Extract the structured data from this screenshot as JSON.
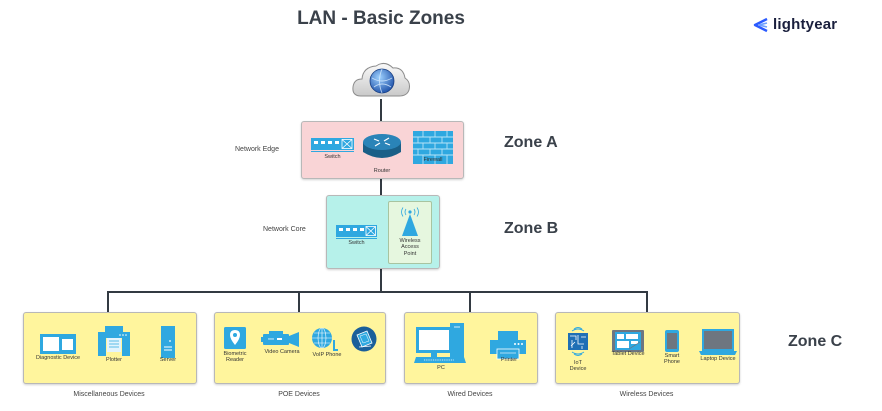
{
  "title": "LAN - Basic Zones",
  "logo": {
    "text": "lightyear",
    "icon": "lightyear-chevron-icon",
    "color": "#2b5bff"
  },
  "zones": {
    "a": {
      "label": "Zone A",
      "side_label": "Network Edge",
      "color": "#f9d4d6",
      "devices": [
        {
          "label": "Switch",
          "icon": "switch-icon"
        },
        {
          "label": "Router",
          "icon": "router-icon"
        },
        {
          "label": "Firewall",
          "icon": "firewall-icon"
        }
      ]
    },
    "b": {
      "label": "Zone B",
      "side_label": "Network Core",
      "color": "#b6f1ea",
      "devices": [
        {
          "label": "Switch",
          "icon": "switch-icon"
        },
        {
          "label": "Wireless Access Point",
          "lines": [
            "Wireless",
            "Access",
            "Point"
          ],
          "icon": "wireless-access-point-icon"
        }
      ]
    },
    "c": {
      "label": "Zone C",
      "color": "#fff59d",
      "groups": [
        {
          "name": "Miscellaneous Devices",
          "devices": [
            {
              "label": "Diagnostic Device"
            },
            {
              "label": "Plotter"
            },
            {
              "label": "Server"
            }
          ]
        },
        {
          "name": "POE Devices",
          "devices": [
            {
              "label": "Biometric Reader",
              "lines": [
                "Biometric",
                "Reader"
              ]
            },
            {
              "label": "Video Camera"
            },
            {
              "label": "VoIP Phone"
            },
            {
              "label": "",
              "icon": "touchscreen-kiosk-icon"
            }
          ]
        },
        {
          "name": "Wired Devices",
          "devices": [
            {
              "label": "PC"
            },
            {
              "label": "Printer"
            }
          ]
        },
        {
          "name": "Wireless Devices",
          "devices": [
            {
              "label": "IoT Device",
              "lines": [
                "IoT",
                "Device"
              ]
            },
            {
              "label": "Tablet Device"
            },
            {
              "label": "Smart Phone",
              "lines": [
                "Smart",
                "Phone"
              ]
            },
            {
              "label": "Laptop Device"
            }
          ]
        }
      ]
    }
  },
  "internet": {
    "icon": "internet-cloud-icon"
  },
  "colors": {
    "device_blue": "#2fa8e0",
    "router_blue": "#1a6e9a",
    "line": "#333a42",
    "text": "#3a414a"
  }
}
